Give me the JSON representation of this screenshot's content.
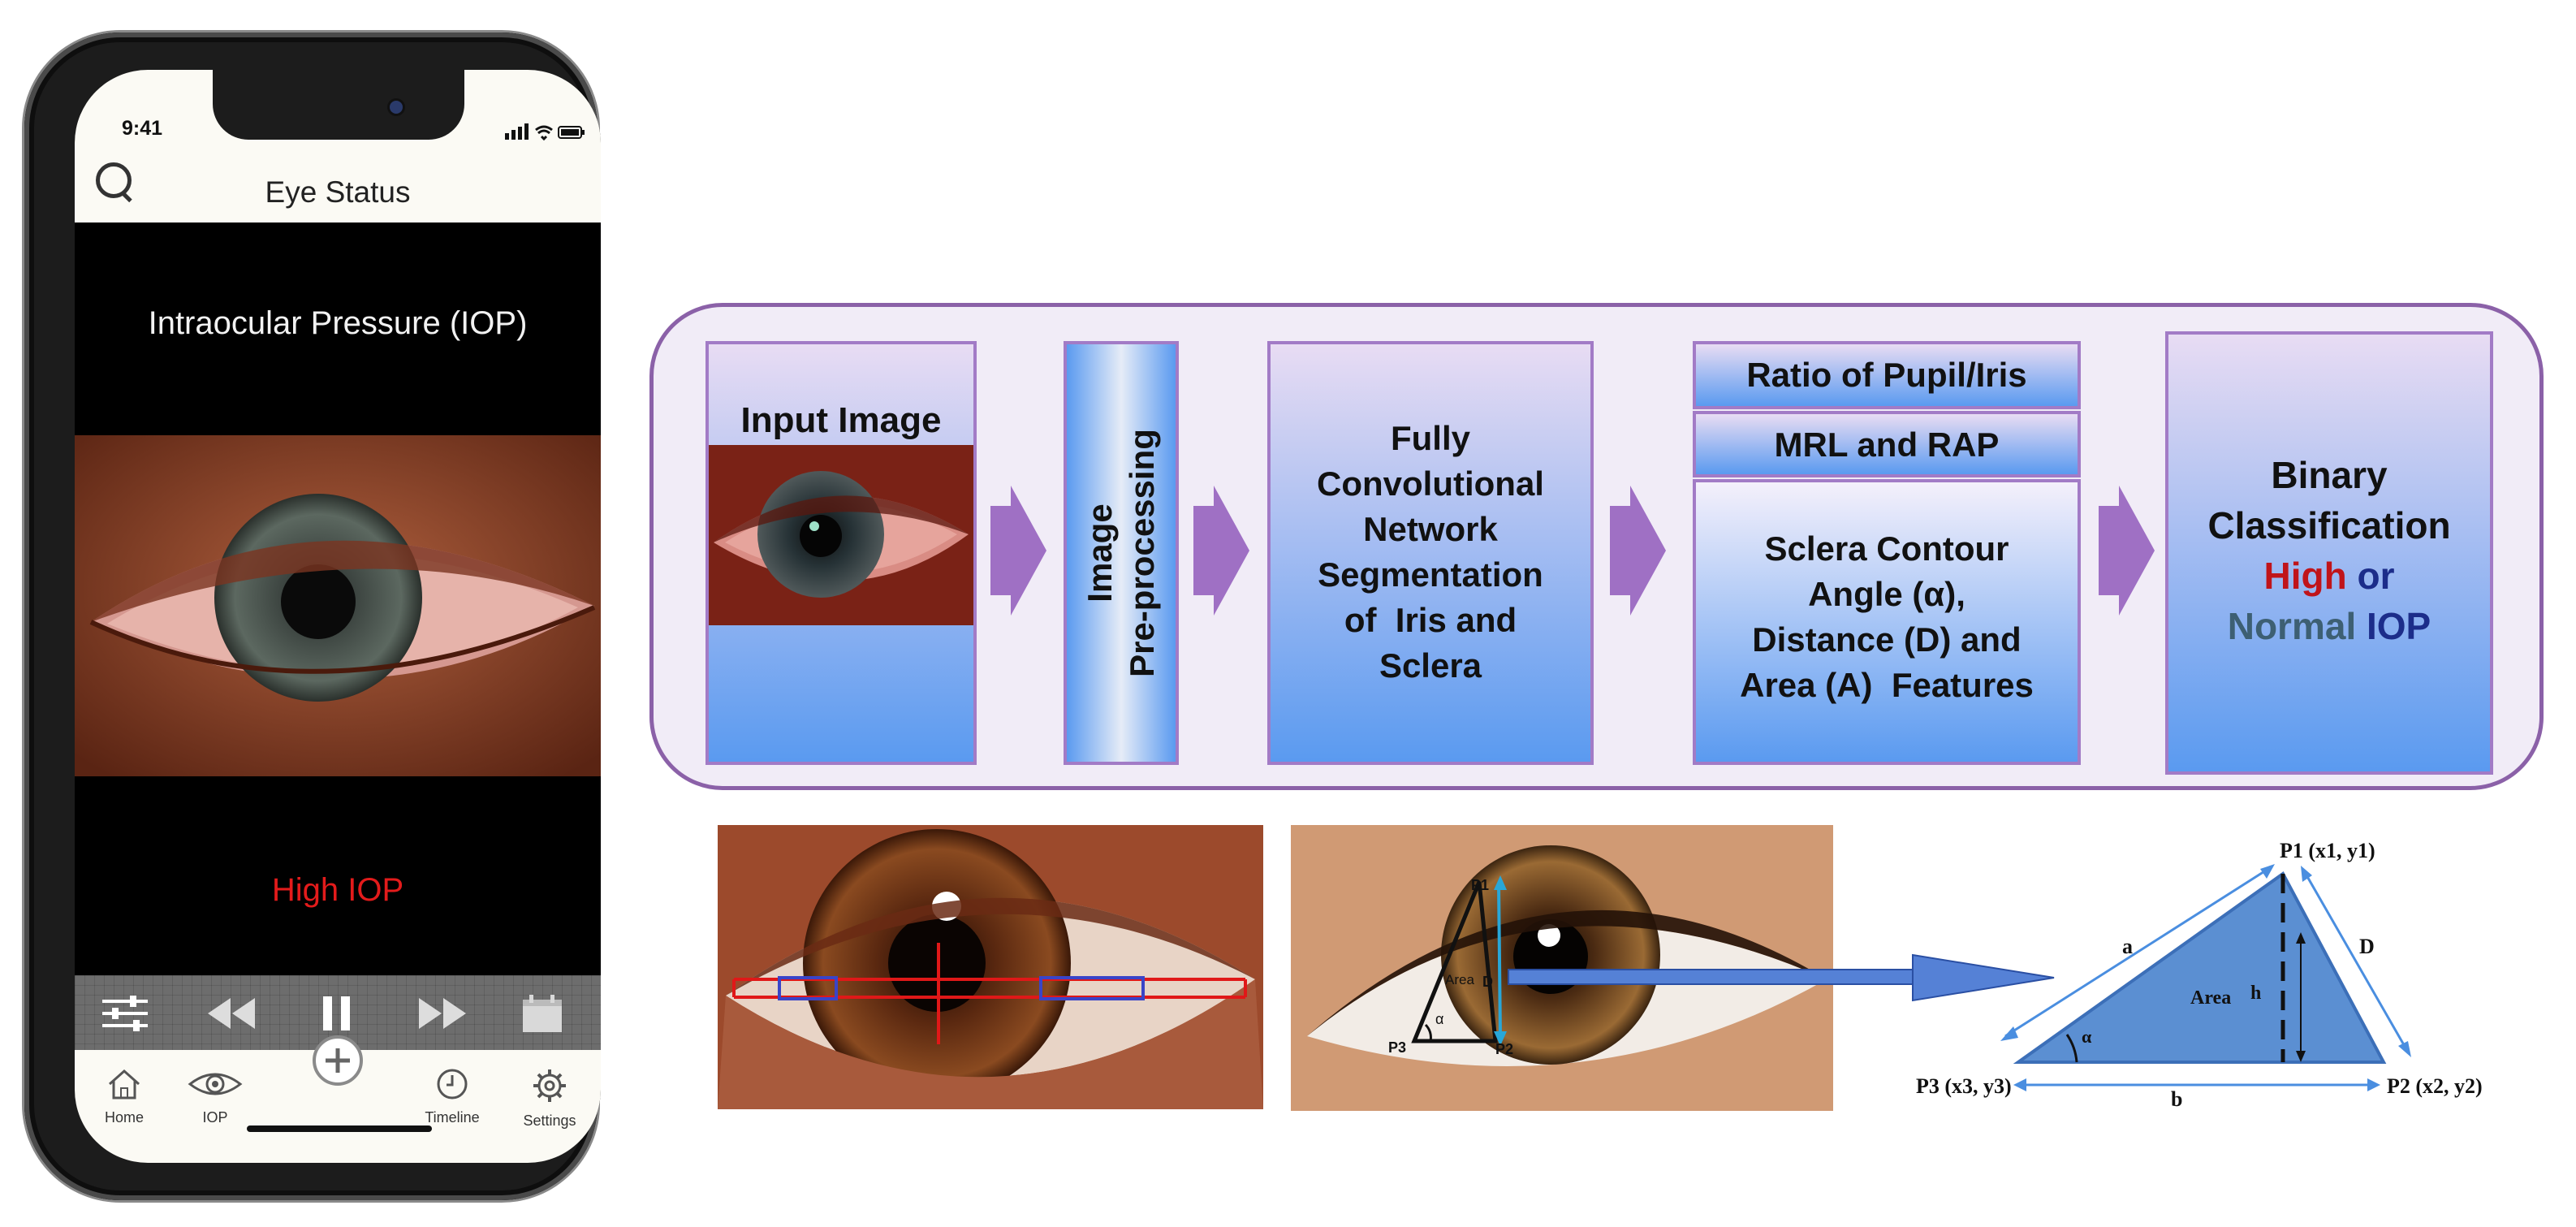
{
  "phone": {
    "time": "9:41",
    "nav_title": "Eye Status",
    "heading": "Intraocular Pressure (IOP)",
    "result": "High IOP",
    "result_color": "#e31b1b",
    "tabs": [
      {
        "label": "Home",
        "icon": "home-icon"
      },
      {
        "label": "IOP",
        "icon": "eye-icon"
      },
      {
        "label": "Timeline",
        "icon": "clock-icon"
      },
      {
        "label": "Settings",
        "icon": "gear-icon"
      }
    ],
    "controls": [
      "sliders-icon",
      "rewind-icon",
      "pause-icon",
      "fast-forward-icon",
      "calendar-icon"
    ]
  },
  "pipeline": {
    "input_label": "Input Image",
    "preprocessing_lines": [
      "Image",
      "Pre-processing"
    ],
    "segmentation_lines": [
      "Fully",
      "Convolutional",
      "Network",
      "Segmentation",
      "of  Iris and",
      "Sclera"
    ],
    "feature_ratio": "Ratio of Pupil/Iris",
    "feature_mrl": "MRL and RAP",
    "feature_sclera_lines": [
      "Sclera Contour",
      "Angle (α),",
      "Distance (D) and",
      "Area (A)  Features"
    ],
    "classification_lines": [
      "Binary",
      "Classification"
    ],
    "class_high": "High",
    "class_or": "or",
    "class_normal": "Normal",
    "class_iop": "IOP",
    "colors": {
      "high": "#c0141a",
      "normal": "#3d5f73",
      "iop": "#1c2d8a",
      "arrow": "#9f70c4",
      "border": "#8b61a8"
    }
  },
  "annotations": {
    "p1_small": "P1",
    "p2_small": "P2",
    "p3_small": "P3",
    "d_small": "D",
    "area_small": "Area",
    "alpha_small": "α"
  },
  "triangle": {
    "p1": "P1 (x1, y1)",
    "p2": "P2 (x2, y2)",
    "p3": "P3 (x3, y3)",
    "a": "a",
    "b": "b",
    "d": "D",
    "h": "h",
    "area": "Area",
    "alpha": "α"
  }
}
